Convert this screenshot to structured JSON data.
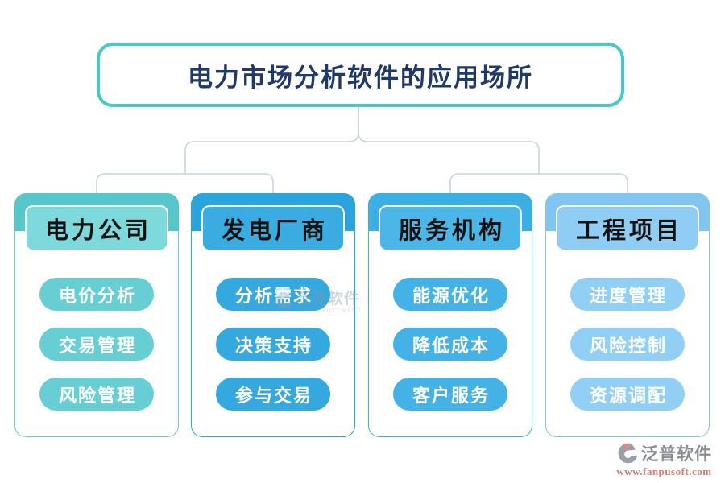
{
  "title": {
    "text": "电力市场分析软件的应用场所"
  },
  "columns": [
    {
      "header": "电力公司",
      "items": [
        "电价分析",
        "交易管理",
        "风险管理"
      ],
      "colors": {
        "cap": "#58C7CC",
        "header_bg": "#7DD9DC",
        "button": "#67CFD4",
        "border": "#6BCED2"
      }
    },
    {
      "header": "发电厂商",
      "items": [
        "分析需求",
        "决策支持",
        "参与交易"
      ],
      "colors": {
        "cap": "#2BA3DC",
        "header_bg": "#3AACE1",
        "button": "#34A8DF",
        "border": "#2BA3DC"
      }
    },
    {
      "header": "服务机构",
      "items": [
        "能源优化",
        "降低成本",
        "客户服务"
      ],
      "colors": {
        "cap": "#3BAEE4",
        "header_bg": "#4CB6E9",
        "button": "#44B2E6",
        "border": "#3BAEE4"
      }
    },
    {
      "header": "工程项目",
      "items": [
        "进度管理",
        "风险控制",
        "资源调配"
      ],
      "colors": {
        "cap": "#81C5F1",
        "header_bg": "#8FCDF4",
        "button": "#92CFF4",
        "border": "#81C5F1"
      }
    }
  ],
  "watermark": {
    "brand": "泛普软件",
    "subtitle": "FANPU SOFTWARE"
  },
  "footer": {
    "brand": "泛普软件",
    "url": "www.fanpusoft.com"
  },
  "theme": {
    "title_border": "#47C9CB",
    "title_text": "#1F3A68",
    "connector": "#C9D2E4",
    "header_text": "#111111",
    "button_text": "#FFFFFF",
    "footer_brand": "#8A8D96",
    "footer_url": "#CC7E76"
  }
}
